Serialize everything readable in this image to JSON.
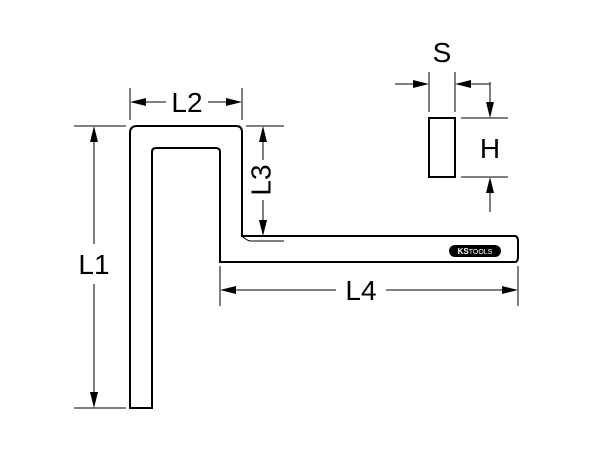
{
  "drawing": {
    "dimensions": {
      "l1": "L1",
      "l2": "L2",
      "l3": "L3",
      "l4": "L4",
      "s": "S",
      "h": "H"
    },
    "logo": {
      "brand": "KS",
      "suffix": "TOOLS",
      "background": "#000000",
      "text_color": "#ffffff"
    }
  }
}
